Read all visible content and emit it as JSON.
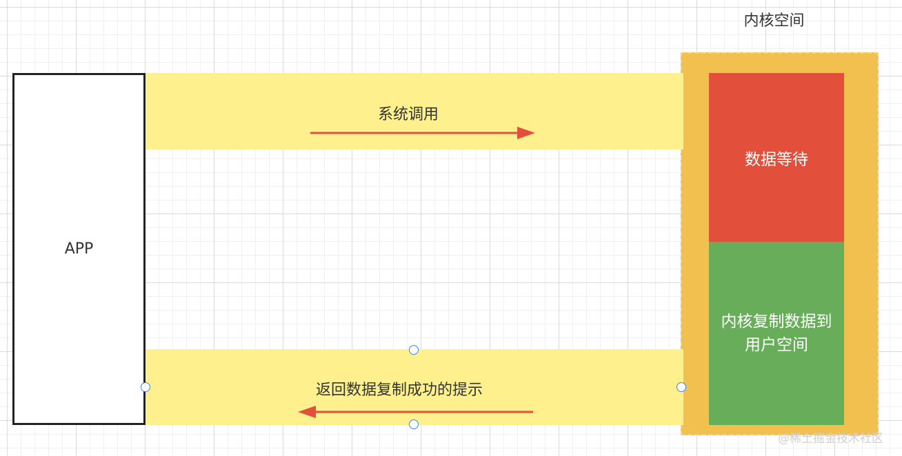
{
  "kernel": {
    "title": "内核空间",
    "wait_label": "数据等待",
    "copy_label": "内核复制数据到用户空间"
  },
  "app": {
    "label": "APP"
  },
  "flows": {
    "syscall_label": "系统调用",
    "return_label": "返回数据复制成功的提示"
  },
  "watermark": "@稀土掘金技术社区",
  "colors": {
    "band": "#fdf08d",
    "kernel_bg": "#f2c04e",
    "wait": "#e2503c",
    "copy": "#68ad5a",
    "arrow": "#e2503c",
    "selection_handle": "#3b82f6"
  },
  "icons": [
    "arrow-right-icon",
    "arrow-left-icon"
  ]
}
